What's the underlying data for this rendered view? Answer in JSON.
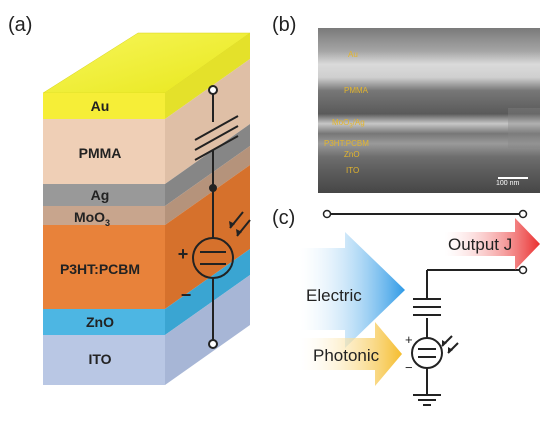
{
  "panels": {
    "a": "(a)",
    "b": "(b)",
    "c": "(c)"
  },
  "stack_layers": {
    "au": "Au",
    "pmma": "PMMA",
    "ag": "Ag",
    "moo3_base": "MoO",
    "moo3_sub": "3",
    "p3ht": "P3HT:PCBM",
    "zno": "ZnO",
    "ito": "ITO"
  },
  "stack_symbols": {
    "plus": "+",
    "minus": "−"
  },
  "sem": {
    "au": "Au",
    "pmma": "PMMA",
    "moo3ag_base": "MoO",
    "moo3ag_sub": "3",
    "moo3ag_tail": "/Ag",
    "p3ht": "P3HT:PCBM",
    "zno": "ZnO",
    "ito": "ITO",
    "scalebar": "100 nm"
  },
  "circuit": {
    "electric": "Electric",
    "photonic": "Photonic",
    "output": "Output J",
    "plus": "+",
    "minus": "−"
  },
  "colors": {
    "au": "#f4f23a",
    "pmma": "#efcfb5",
    "ag": "#9b9b9b",
    "moo3": "#c9a68e",
    "p3ht": "#e8823a",
    "zno": "#4cb4e2",
    "ito": "#b7c6e3",
    "electric_arrow": "#3fa6e8",
    "photonic_arrow": "#f2c341",
    "output_arrow": "#ea3c3c"
  }
}
